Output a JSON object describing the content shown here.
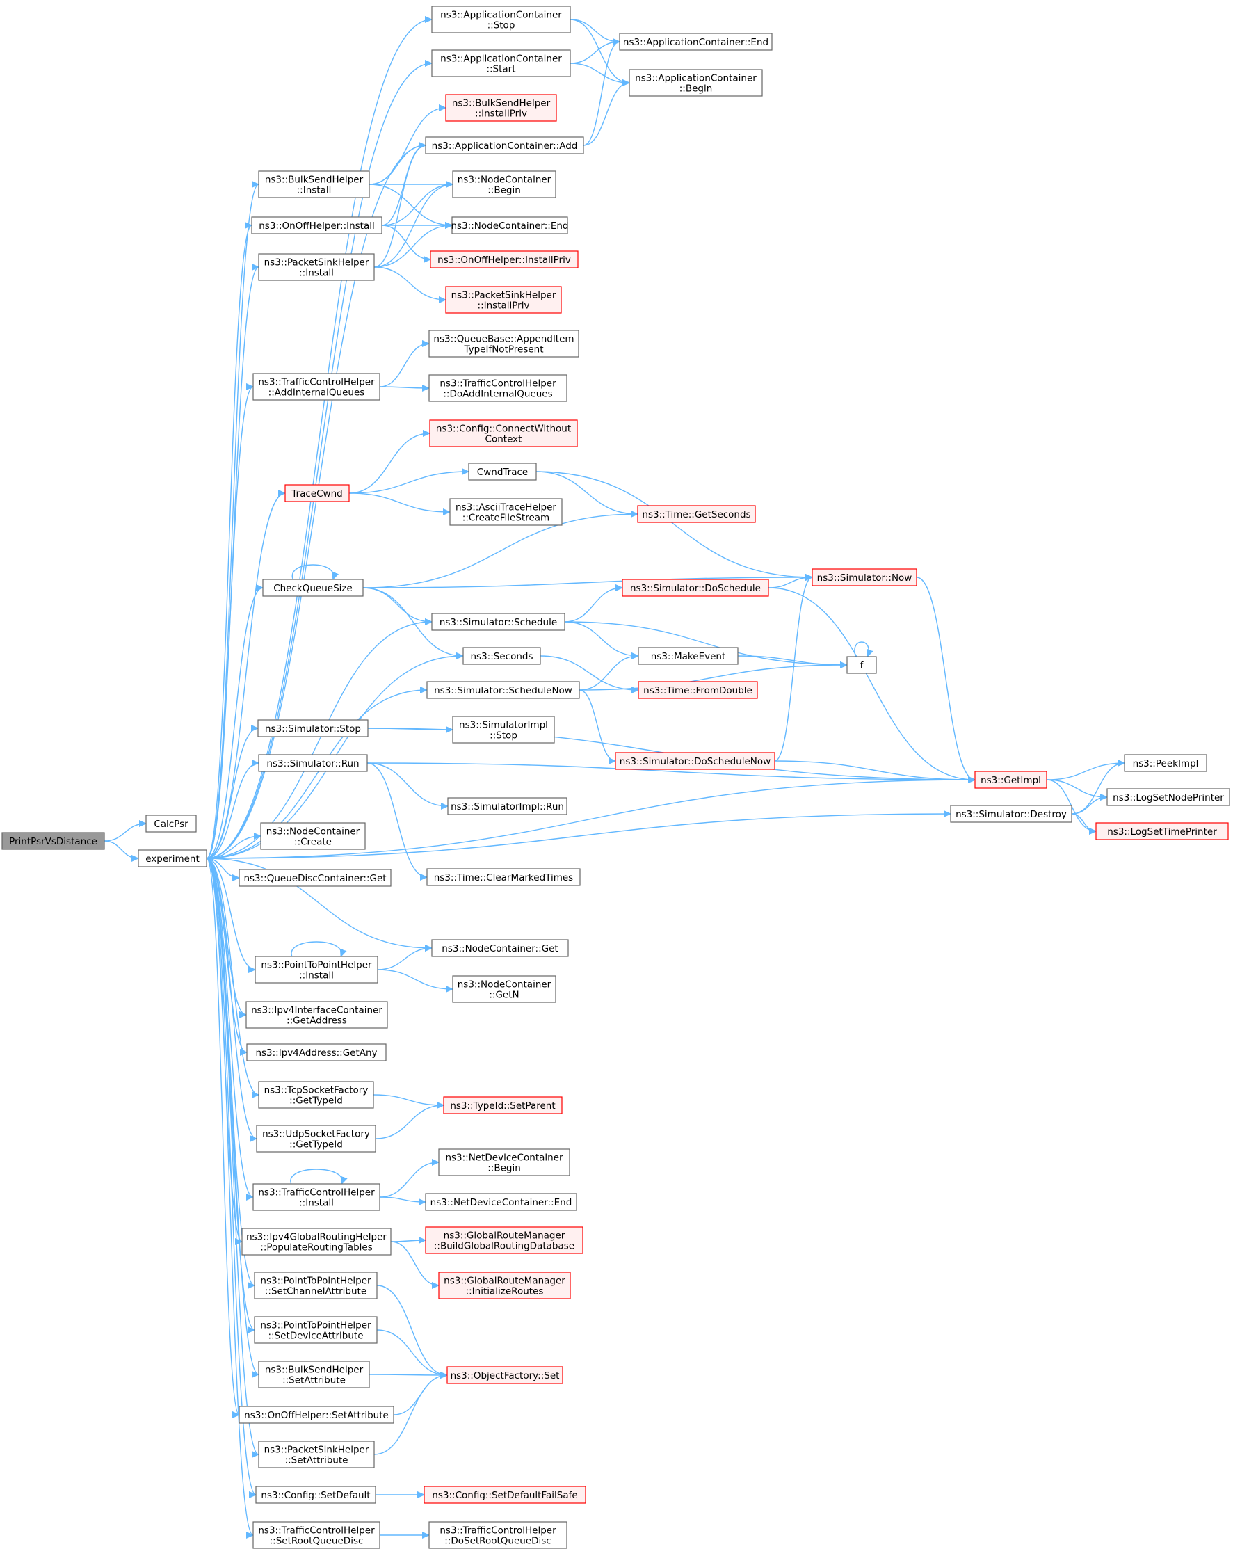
{
  "colors": {
    "edge": "#63b8ff",
    "node_fill": "#ffffff",
    "node_border": "#666666",
    "truncated_fill": "#fff0f0",
    "truncated_border": "#ff0000",
    "root_fill": "#999999",
    "root_border": "#666666"
  },
  "nodes": [
    {
      "id": "root",
      "label": [
        "PrintPsrVsDistance"
      ],
      "style": "root"
    },
    {
      "id": "calcpsr",
      "label": [
        "CalcPsr"
      ],
      "style": "normal"
    },
    {
      "id": "experiment",
      "label": [
        "experiment"
      ],
      "style": "normal"
    },
    {
      "id": "appc_stop",
      "label": [
        "ns3::ApplicationContainer",
        "::Stop"
      ],
      "style": "normal"
    },
    {
      "id": "appc_start",
      "label": [
        "ns3::ApplicationContainer",
        "::Start"
      ],
      "style": "normal"
    },
    {
      "id": "appc_end",
      "label": [
        "ns3::ApplicationContainer::End"
      ],
      "style": "normal"
    },
    {
      "id": "appc_begin",
      "label": [
        "ns3::ApplicationContainer",
        "::Begin"
      ],
      "style": "normal"
    },
    {
      "id": "bulk_installpriv",
      "label": [
        "ns3::BulkSendHelper",
        "::InstallPriv"
      ],
      "style": "truncated"
    },
    {
      "id": "appc_add",
      "label": [
        "ns3::ApplicationContainer::Add"
      ],
      "style": "normal"
    },
    {
      "id": "bulk_install",
      "label": [
        "ns3::BulkSendHelper",
        "::Install"
      ],
      "style": "normal"
    },
    {
      "id": "nodec_begin",
      "label": [
        "ns3::NodeContainer",
        "::Begin"
      ],
      "style": "normal"
    },
    {
      "id": "onoff_install",
      "label": [
        "ns3::OnOffHelper::Install"
      ],
      "style": "normal"
    },
    {
      "id": "nodec_end",
      "label": [
        "ns3::NodeContainer::End"
      ],
      "style": "normal"
    },
    {
      "id": "onoff_installpriv",
      "label": [
        "ns3::OnOffHelper::InstallPriv"
      ],
      "style": "truncated"
    },
    {
      "id": "sink_install",
      "label": [
        "ns3::PacketSinkHelper",
        "::Install"
      ],
      "style": "normal"
    },
    {
      "id": "sink_installpriv",
      "label": [
        "ns3::PacketSinkHelper",
        "::InstallPriv"
      ],
      "style": "truncated"
    },
    {
      "id": "qb_append",
      "label": [
        "ns3::QueueBase::AppendItem",
        "TypeIfNotPresent"
      ],
      "style": "normal"
    },
    {
      "id": "tch_addinternal",
      "label": [
        "ns3::TrafficControlHelper",
        "::AddInternalQueues"
      ],
      "style": "normal"
    },
    {
      "id": "tch_doaddinternal",
      "label": [
        "ns3::TrafficControlHelper",
        "::DoAddInternalQueues"
      ],
      "style": "normal"
    },
    {
      "id": "cfg_connect",
      "label": [
        "ns3::Config::ConnectWithout",
        "Context"
      ],
      "style": "truncated"
    },
    {
      "id": "cwndtrace",
      "label": [
        "CwndTrace"
      ],
      "style": "normal"
    },
    {
      "id": "tracecwnd",
      "label": [
        "TraceCwnd"
      ],
      "style": "truncated"
    },
    {
      "id": "ascii_create",
      "label": [
        "ns3::AsciiTraceHelper",
        "::CreateFileStream"
      ],
      "style": "normal"
    },
    {
      "id": "time_getseconds",
      "label": [
        "ns3::Time::GetSeconds"
      ],
      "style": "truncated"
    },
    {
      "id": "sim_now",
      "label": [
        "ns3::Simulator::Now"
      ],
      "style": "truncated"
    },
    {
      "id": "checkqueue",
      "label": [
        "CheckQueueSize"
      ],
      "style": "normal"
    },
    {
      "id": "sim_doschedule",
      "label": [
        "ns3::Simulator::DoSchedule"
      ],
      "style": "truncated"
    },
    {
      "id": "sim_schedule",
      "label": [
        "ns3::Simulator::Schedule"
      ],
      "style": "normal"
    },
    {
      "id": "seconds",
      "label": [
        "ns3::Seconds"
      ],
      "style": "normal"
    },
    {
      "id": "makeevent",
      "label": [
        "ns3::MakeEvent"
      ],
      "style": "normal"
    },
    {
      "id": "f",
      "label": [
        "f"
      ],
      "style": "normal"
    },
    {
      "id": "time_fromdouble",
      "label": [
        "ns3::Time::FromDouble"
      ],
      "style": "truncated"
    },
    {
      "id": "sim_schedulenow",
      "label": [
        "ns3::Simulator::ScheduleNow"
      ],
      "style": "normal"
    },
    {
      "id": "sim_stop",
      "label": [
        "ns3::Simulator::Stop"
      ],
      "style": "normal"
    },
    {
      "id": "simimpl_stop",
      "label": [
        "ns3::SimulatorImpl",
        "::Stop"
      ],
      "style": "normal"
    },
    {
      "id": "sim_doschedulenow",
      "label": [
        "ns3::Simulator::DoScheduleNow"
      ],
      "style": "truncated"
    },
    {
      "id": "sim_run",
      "label": [
        "ns3::Simulator::Run"
      ],
      "style": "normal"
    },
    {
      "id": "getimpl",
      "label": [
        "ns3::GetImpl"
      ],
      "style": "truncated"
    },
    {
      "id": "peekimpl",
      "label": [
        "ns3::PeekImpl"
      ],
      "style": "normal"
    },
    {
      "id": "simimpl_run",
      "label": [
        "ns3::SimulatorImpl::Run"
      ],
      "style": "normal"
    },
    {
      "id": "log_nodeprinter",
      "label": [
        "ns3::LogSetNodePrinter"
      ],
      "style": "normal"
    },
    {
      "id": "sim_destroy",
      "label": [
        "ns3::Simulator::Destroy"
      ],
      "style": "normal"
    },
    {
      "id": "log_timeprinter",
      "label": [
        "ns3::LogSetTimePrinter"
      ],
      "style": "truncated"
    },
    {
      "id": "nodec_create",
      "label": [
        "ns3::NodeContainer",
        "::Create"
      ],
      "style": "normal"
    },
    {
      "id": "time_clearmarked",
      "label": [
        "ns3::Time::ClearMarkedTimes"
      ],
      "style": "normal"
    },
    {
      "id": "qdc_get",
      "label": [
        "ns3::QueueDiscContainer::Get"
      ],
      "style": "normal"
    },
    {
      "id": "nodec_get",
      "label": [
        "ns3::NodeContainer::Get"
      ],
      "style": "normal"
    },
    {
      "id": "p2p_install",
      "label": [
        "ns3::PointToPointHelper",
        "::Install"
      ],
      "style": "normal"
    },
    {
      "id": "nodec_getn",
      "label": [
        "ns3::NodeContainer",
        "::GetN"
      ],
      "style": "normal"
    },
    {
      "id": "ipv4ic_getaddr",
      "label": [
        "ns3::Ipv4InterfaceContainer",
        "::GetAddress"
      ],
      "style": "normal"
    },
    {
      "id": "ipv4addr_getany",
      "label": [
        "ns3::Ipv4Address::GetAny"
      ],
      "style": "normal"
    },
    {
      "id": "tcpsf_gettypeid",
      "label": [
        "ns3::TcpSocketFactory",
        "::GetTypeId"
      ],
      "style": "normal"
    },
    {
      "id": "typeid_setparent",
      "label": [
        "ns3::TypeId::SetParent"
      ],
      "style": "truncated"
    },
    {
      "id": "udpsf_gettypeid",
      "label": [
        "ns3::UdpSocketFactory",
        "::GetTypeId"
      ],
      "style": "normal"
    },
    {
      "id": "ndc_begin",
      "label": [
        "ns3::NetDeviceContainer",
        "::Begin"
      ],
      "style": "normal"
    },
    {
      "id": "tch_install",
      "label": [
        "ns3::TrafficControlHelper",
        "::Install"
      ],
      "style": "normal"
    },
    {
      "id": "ndc_end",
      "label": [
        "ns3::NetDeviceContainer::End"
      ],
      "style": "normal"
    },
    {
      "id": "ipv4grh_populate",
      "label": [
        "ns3::Ipv4GlobalRoutingHelper",
        "::PopulateRoutingTables"
      ],
      "style": "normal"
    },
    {
      "id": "grm_build",
      "label": [
        "ns3::GlobalRouteManager",
        "::BuildGlobalRoutingDatabase"
      ],
      "style": "truncated"
    },
    {
      "id": "grm_init",
      "label": [
        "ns3::GlobalRouteManager",
        "::InitializeRoutes"
      ],
      "style": "truncated"
    },
    {
      "id": "p2p_setchannel",
      "label": [
        "ns3::PointToPointHelper",
        "::SetChannelAttribute"
      ],
      "style": "normal"
    },
    {
      "id": "p2p_setdevice",
      "label": [
        "ns3::PointToPointHelper",
        "::SetDeviceAttribute"
      ],
      "style": "normal"
    },
    {
      "id": "bulk_setattr",
      "label": [
        "ns3::BulkSendHelper",
        "::SetAttribute"
      ],
      "style": "normal"
    },
    {
      "id": "objfactory_set",
      "label": [
        "ns3::ObjectFactory::Set"
      ],
      "style": "truncated"
    },
    {
      "id": "onoff_setattr",
      "label": [
        "ns3::OnOffHelper::SetAttribute"
      ],
      "style": "normal"
    },
    {
      "id": "sink_setattr",
      "label": [
        "ns3::PacketSinkHelper",
        "::SetAttribute"
      ],
      "style": "normal"
    },
    {
      "id": "cfg_setdefault",
      "label": [
        "ns3::Config::SetDefault"
      ],
      "style": "normal"
    },
    {
      "id": "cfg_setdefaultfs",
      "label": [
        "ns3::Config::SetDefaultFailSafe"
      ],
      "style": "truncated"
    },
    {
      "id": "tch_setroot",
      "label": [
        "ns3::TrafficControlHelper",
        "::SetRootQueueDisc"
      ],
      "style": "normal"
    },
    {
      "id": "tch_dosetroot",
      "label": [
        "ns3::TrafficControlHelper",
        "::DoSetRootQueueDisc"
      ],
      "style": "normal"
    }
  ],
  "edges": [
    [
      "root",
      "calcpsr"
    ],
    [
      "root",
      "experiment"
    ],
    [
      "experiment",
      "appc_stop"
    ],
    [
      "experiment",
      "appc_start"
    ],
    [
      "experiment",
      "appc_add"
    ],
    [
      "experiment",
      "bulk_install"
    ],
    [
      "experiment",
      "onoff_install"
    ],
    [
      "experiment",
      "sink_install"
    ],
    [
      "experiment",
      "tch_addinternal"
    ],
    [
      "experiment",
      "tracecwnd"
    ],
    [
      "experiment",
      "checkqueue"
    ],
    [
      "experiment",
      "sim_schedule"
    ],
    [
      "experiment",
      "seconds"
    ],
    [
      "experiment",
      "sim_schedulenow"
    ],
    [
      "experiment",
      "sim_stop"
    ],
    [
      "experiment",
      "sim_run"
    ],
    [
      "experiment",
      "getimpl"
    ],
    [
      "experiment",
      "sim_destroy"
    ],
    [
      "experiment",
      "nodec_create"
    ],
    [
      "experiment",
      "qdc_get"
    ],
    [
      "experiment",
      "nodec_get"
    ],
    [
      "experiment",
      "p2p_install"
    ],
    [
      "experiment",
      "ipv4ic_getaddr"
    ],
    [
      "experiment",
      "ipv4addr_getany"
    ],
    [
      "experiment",
      "tcpsf_gettypeid"
    ],
    [
      "experiment",
      "udpsf_gettypeid"
    ],
    [
      "experiment",
      "tch_install"
    ],
    [
      "experiment",
      "ipv4grh_populate"
    ],
    [
      "experiment",
      "p2p_setchannel"
    ],
    [
      "experiment",
      "p2p_setdevice"
    ],
    [
      "experiment",
      "bulk_setattr"
    ],
    [
      "experiment",
      "onoff_setattr"
    ],
    [
      "experiment",
      "sink_setattr"
    ],
    [
      "experiment",
      "cfg_setdefault"
    ],
    [
      "experiment",
      "tch_setroot"
    ],
    [
      "appc_stop",
      "appc_end"
    ],
    [
      "appc_stop",
      "appc_begin"
    ],
    [
      "appc_start",
      "appc_end"
    ],
    [
      "appc_start",
      "appc_begin"
    ],
    [
      "appc_add",
      "appc_end"
    ],
    [
      "appc_add",
      "appc_begin"
    ],
    [
      "bulk_install",
      "bulk_installpriv"
    ],
    [
      "bulk_install",
      "appc_add"
    ],
    [
      "bulk_install",
      "nodec_begin"
    ],
    [
      "bulk_install",
      "nodec_end"
    ],
    [
      "onoff_install",
      "appc_add"
    ],
    [
      "onoff_install",
      "nodec_begin"
    ],
    [
      "onoff_install",
      "nodec_end"
    ],
    [
      "onoff_install",
      "onoff_installpriv"
    ],
    [
      "sink_install",
      "appc_add"
    ],
    [
      "sink_install",
      "nodec_begin"
    ],
    [
      "sink_install",
      "nodec_end"
    ],
    [
      "sink_install",
      "sink_installpriv"
    ],
    [
      "tch_addinternal",
      "qb_append"
    ],
    [
      "tch_addinternal",
      "tch_doaddinternal"
    ],
    [
      "tracecwnd",
      "cfg_connect"
    ],
    [
      "tracecwnd",
      "cwndtrace"
    ],
    [
      "tracecwnd",
      "ascii_create"
    ],
    [
      "cwndtrace",
      "time_getseconds"
    ],
    [
      "cwndtrace",
      "sim_now"
    ],
    [
      "checkqueue",
      "checkqueue"
    ],
    [
      "checkqueue",
      "time_getseconds"
    ],
    [
      "checkqueue",
      "sim_now"
    ],
    [
      "checkqueue",
      "sim_schedule"
    ],
    [
      "checkqueue",
      "seconds"
    ],
    [
      "sim_schedule",
      "sim_doschedule"
    ],
    [
      "sim_schedule",
      "makeevent"
    ],
    [
      "sim_schedule",
      "f"
    ],
    [
      "sim_doschedule",
      "sim_now"
    ],
    [
      "sim_doschedule",
      "getimpl"
    ],
    [
      "seconds",
      "time_fromdouble"
    ],
    [
      "makeevent",
      "f"
    ],
    [
      "f",
      "f"
    ],
    [
      "sim_schedulenow",
      "makeevent"
    ],
    [
      "sim_schedulenow",
      "f"
    ],
    [
      "sim_schedulenow",
      "sim_doschedulenow"
    ],
    [
      "sim_doschedulenow",
      "sim_now"
    ],
    [
      "sim_doschedulenow",
      "getimpl"
    ],
    [
      "sim_now",
      "getimpl"
    ],
    [
      "sim_stop",
      "simimpl_stop"
    ],
    [
      "sim_stop",
      "getimpl"
    ],
    [
      "sim_run",
      "simimpl_run"
    ],
    [
      "sim_run",
      "getimpl"
    ],
    [
      "sim_run",
      "time_clearmarked"
    ],
    [
      "getimpl",
      "peekimpl"
    ],
    [
      "getimpl",
      "log_nodeprinter"
    ],
    [
      "getimpl",
      "log_timeprinter"
    ],
    [
      "sim_destroy",
      "peekimpl"
    ],
    [
      "sim_destroy",
      "log_nodeprinter"
    ],
    [
      "sim_destroy",
      "log_timeprinter"
    ],
    [
      "p2p_install",
      "p2p_install"
    ],
    [
      "p2p_install",
      "nodec_get"
    ],
    [
      "p2p_install",
      "nodec_getn"
    ],
    [
      "tcpsf_gettypeid",
      "typeid_setparent"
    ],
    [
      "udpsf_gettypeid",
      "typeid_setparent"
    ],
    [
      "tch_install",
      "tch_install"
    ],
    [
      "tch_install",
      "ndc_begin"
    ],
    [
      "tch_install",
      "ndc_end"
    ],
    [
      "ipv4grh_populate",
      "grm_build"
    ],
    [
      "ipv4grh_populate",
      "grm_init"
    ],
    [
      "p2p_setchannel",
      "objfactory_set"
    ],
    [
      "p2p_setdevice",
      "objfactory_set"
    ],
    [
      "bulk_setattr",
      "objfactory_set"
    ],
    [
      "onoff_setattr",
      "objfactory_set"
    ],
    [
      "sink_setattr",
      "objfactory_set"
    ],
    [
      "cfg_setdefault",
      "cfg_setdefaultfs"
    ],
    [
      "tch_setroot",
      "tch_dosetroot"
    ]
  ]
}
